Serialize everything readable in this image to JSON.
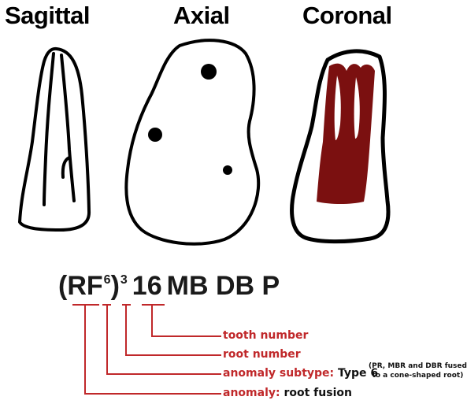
{
  "views": {
    "sagittal": "Sagittal",
    "axial": "Axial",
    "coronal": "Coronal"
  },
  "formula": {
    "open": "(",
    "anomaly": "RF",
    "subtype": "6",
    "close": ")",
    "root_count": "3",
    "tooth": "16",
    "roots": "MB DB P"
  },
  "labels": {
    "tooth_number": "tooth number",
    "root_number": "root number",
    "subtype_key": "anomaly subtype:",
    "subtype_value": "Type 6",
    "subtype_note_line1": "(PR, MBR and DBR fused",
    "subtype_note_line2": "to a cone-shaped root)",
    "anomaly_key": "anomaly:",
    "anomaly_value": "root fusion"
  },
  "colors": {
    "annotation": "#c0282a",
    "canal_fill": "#7b1010",
    "outline": "#000000"
  }
}
